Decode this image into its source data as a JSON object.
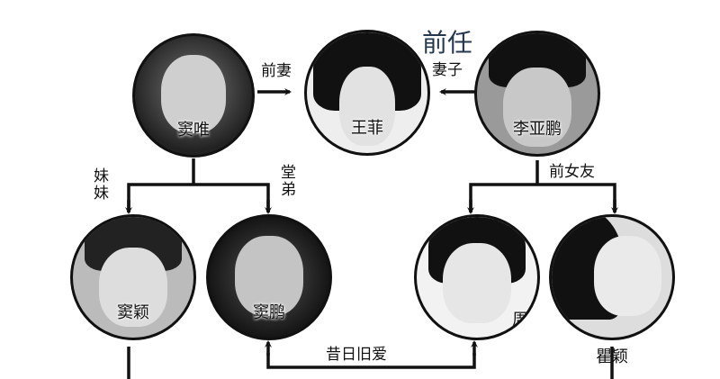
{
  "people": {
    "dou_wei": "窦唯",
    "wang_fei": "王菲",
    "li_yapeng": "李亚鹏",
    "dou_ying": "窦颖",
    "dou_peng": "窦鹏",
    "zhou_xun": "周迅",
    "qu_ying": "瞿颖"
  },
  "relations": {
    "ex_wife": "前妻",
    "former": "前任",
    "wife": "妻子",
    "ex_girlfriend": "前女友",
    "sister": "妹妹",
    "cousin": "堂弟",
    "old_love": "昔日旧爱"
  }
}
